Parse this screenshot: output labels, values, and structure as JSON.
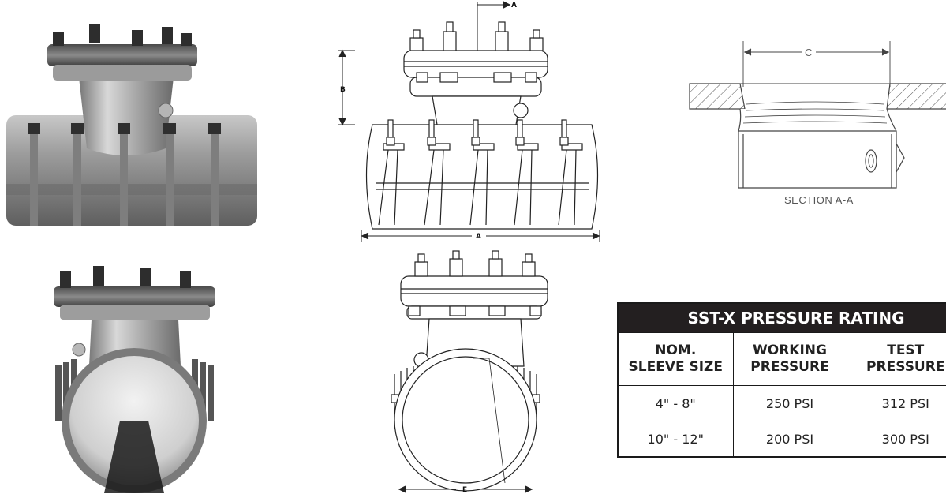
{
  "table": {
    "title": "SST-X PRESSURE RATING",
    "headers": [
      "NOM.\nSLEEVE SIZE",
      "WORKING\nPRESSURE",
      "TEST\nPRESSURE"
    ],
    "rows": [
      [
        "4\" - 8\"",
        "250 PSI",
        "312 PSI"
      ],
      [
        "10\" - 12\"",
        "200 PSI",
        "300 PSI"
      ]
    ]
  },
  "dimensions": {
    "a_top": "A",
    "a_width": "A",
    "b_height": "B",
    "b_marker": "B",
    "c_width": "C",
    "e_width": "E"
  },
  "section": {
    "label": "SECTION A-A"
  },
  "colors": {
    "table_header_bg": "#231f20",
    "metal_light": "#d9d9d9",
    "metal_dark": "#6e6e6e",
    "hatch": "#555555"
  }
}
